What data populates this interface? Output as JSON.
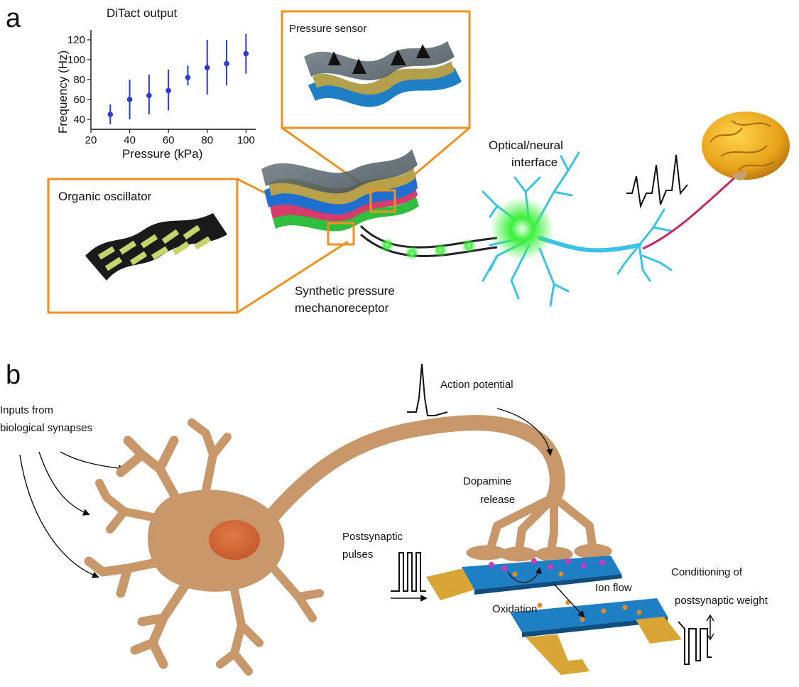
{
  "panel_a": {
    "letter": "a",
    "chart": {
      "title": "DiTact output",
      "xlabel": "Pressure (kPa)",
      "ylabel": "Frequency (Hz)",
      "xticks": [
        "20",
        "40",
        "60",
        "80",
        "100"
      ],
      "yticks": [
        "40",
        "60",
        "80",
        "100",
        "120"
      ]
    },
    "pressure_sensor_label": "Pressure sensor",
    "organic_oscillator_label": "Organic oscillator",
    "mechanoreceptor_line1": "Synthetic pressure",
    "mechanoreceptor_line2": "mechanoreceptor",
    "interface_line1": "Optical/neural",
    "interface_line2": "interface"
  },
  "panel_b": {
    "letter": "b",
    "inputs_line1": "Inputs from",
    "inputs_line2": "biological synapses",
    "action_potential": "Action potential",
    "dopamine_line1": "Dopamine",
    "dopamine_line2": "release",
    "postsynaptic_line1": "Postsynaptic",
    "postsynaptic_line2": "pulses",
    "oxidation": "Oxidation",
    "ion_flow": "Ion flow",
    "conditioning_line1": "Conditioning of",
    "conditioning_line2": "postsynaptic weight"
  },
  "colors": {
    "orange_frame": "#f0901e",
    "neuron_brown": "#c8976a",
    "nucleus": "#d66a3c",
    "substrate_blue": "#1f7fc4",
    "electrode_gold": "#d9a534",
    "data_blue": "#2b3bd6",
    "glow_green": "#2eea2e",
    "axon_cyan": "#39c3e6"
  },
  "chart_data": {
    "type": "scatter",
    "title": "DiTact output",
    "xlabel": "Pressure (kPa)",
    "ylabel": "Frequency (Hz)",
    "xlim": [
      20,
      105
    ],
    "ylim": [
      30,
      130
    ],
    "series": [
      {
        "x": [
          30,
          40,
          50,
          60,
          70,
          80,
          90,
          100
        ],
        "y": [
          45,
          60,
          64,
          69,
          82,
          92,
          96,
          106
        ],
        "err_low": [
          35,
          40,
          45,
          49,
          74,
          65,
          74,
          86
        ],
        "err_high": [
          55,
          80,
          85,
          90,
          94,
          120,
          120,
          126
        ]
      }
    ]
  }
}
